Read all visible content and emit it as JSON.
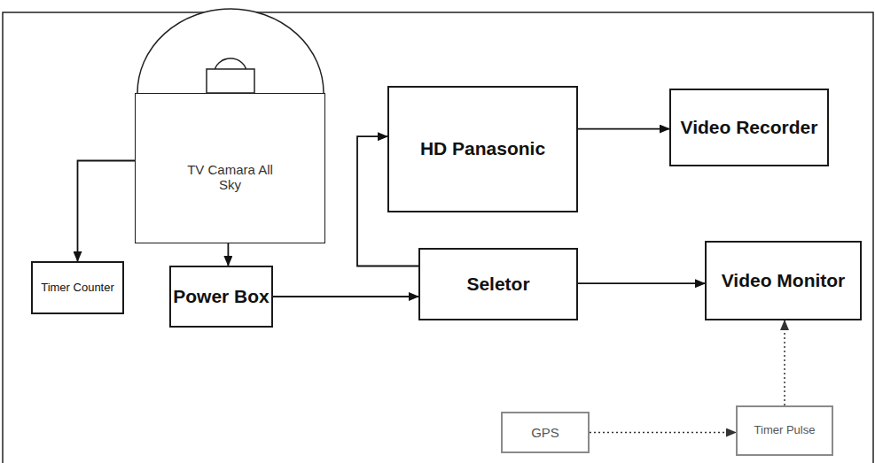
{
  "diagram": {
    "nodes": [
      {
        "text": [
          "TV Camara All Sky"
        ]
      },
      {
        "text": [
          "HD Panasonic"
        ]
      },
      {
        "text": [
          "Video Recorder"
        ]
      },
      {
        "text": [
          "Timer Counter"
        ]
      },
      {
        "text": [
          "Power Box"
        ]
      },
      {
        "text": [
          "Seletor"
        ]
      },
      {
        "text": [
          "Video Monitor"
        ]
      },
      {
        "text": [
          "GPS"
        ]
      },
      {
        "text": [
          "Timer Pulse"
        ]
      }
    ],
    "edges": [
      {
        "from": 0,
        "to": 3,
        "arrow": "to"
      },
      {
        "from": 0,
        "to": 4,
        "arrow": "to"
      },
      {
        "from": 4,
        "to": 5,
        "arrow": "to"
      },
      {
        "from": 5,
        "to": 1,
        "arrow": "to"
      },
      {
        "from": 1,
        "to": 2,
        "arrow": "to"
      },
      {
        "from": 5,
        "to": 6,
        "arrow": "to"
      },
      {
        "from": 7,
        "to": 8,
        "arrow": "to"
      },
      {
        "from": 8,
        "to": 6,
        "arrow": "to"
      }
    ]
  }
}
